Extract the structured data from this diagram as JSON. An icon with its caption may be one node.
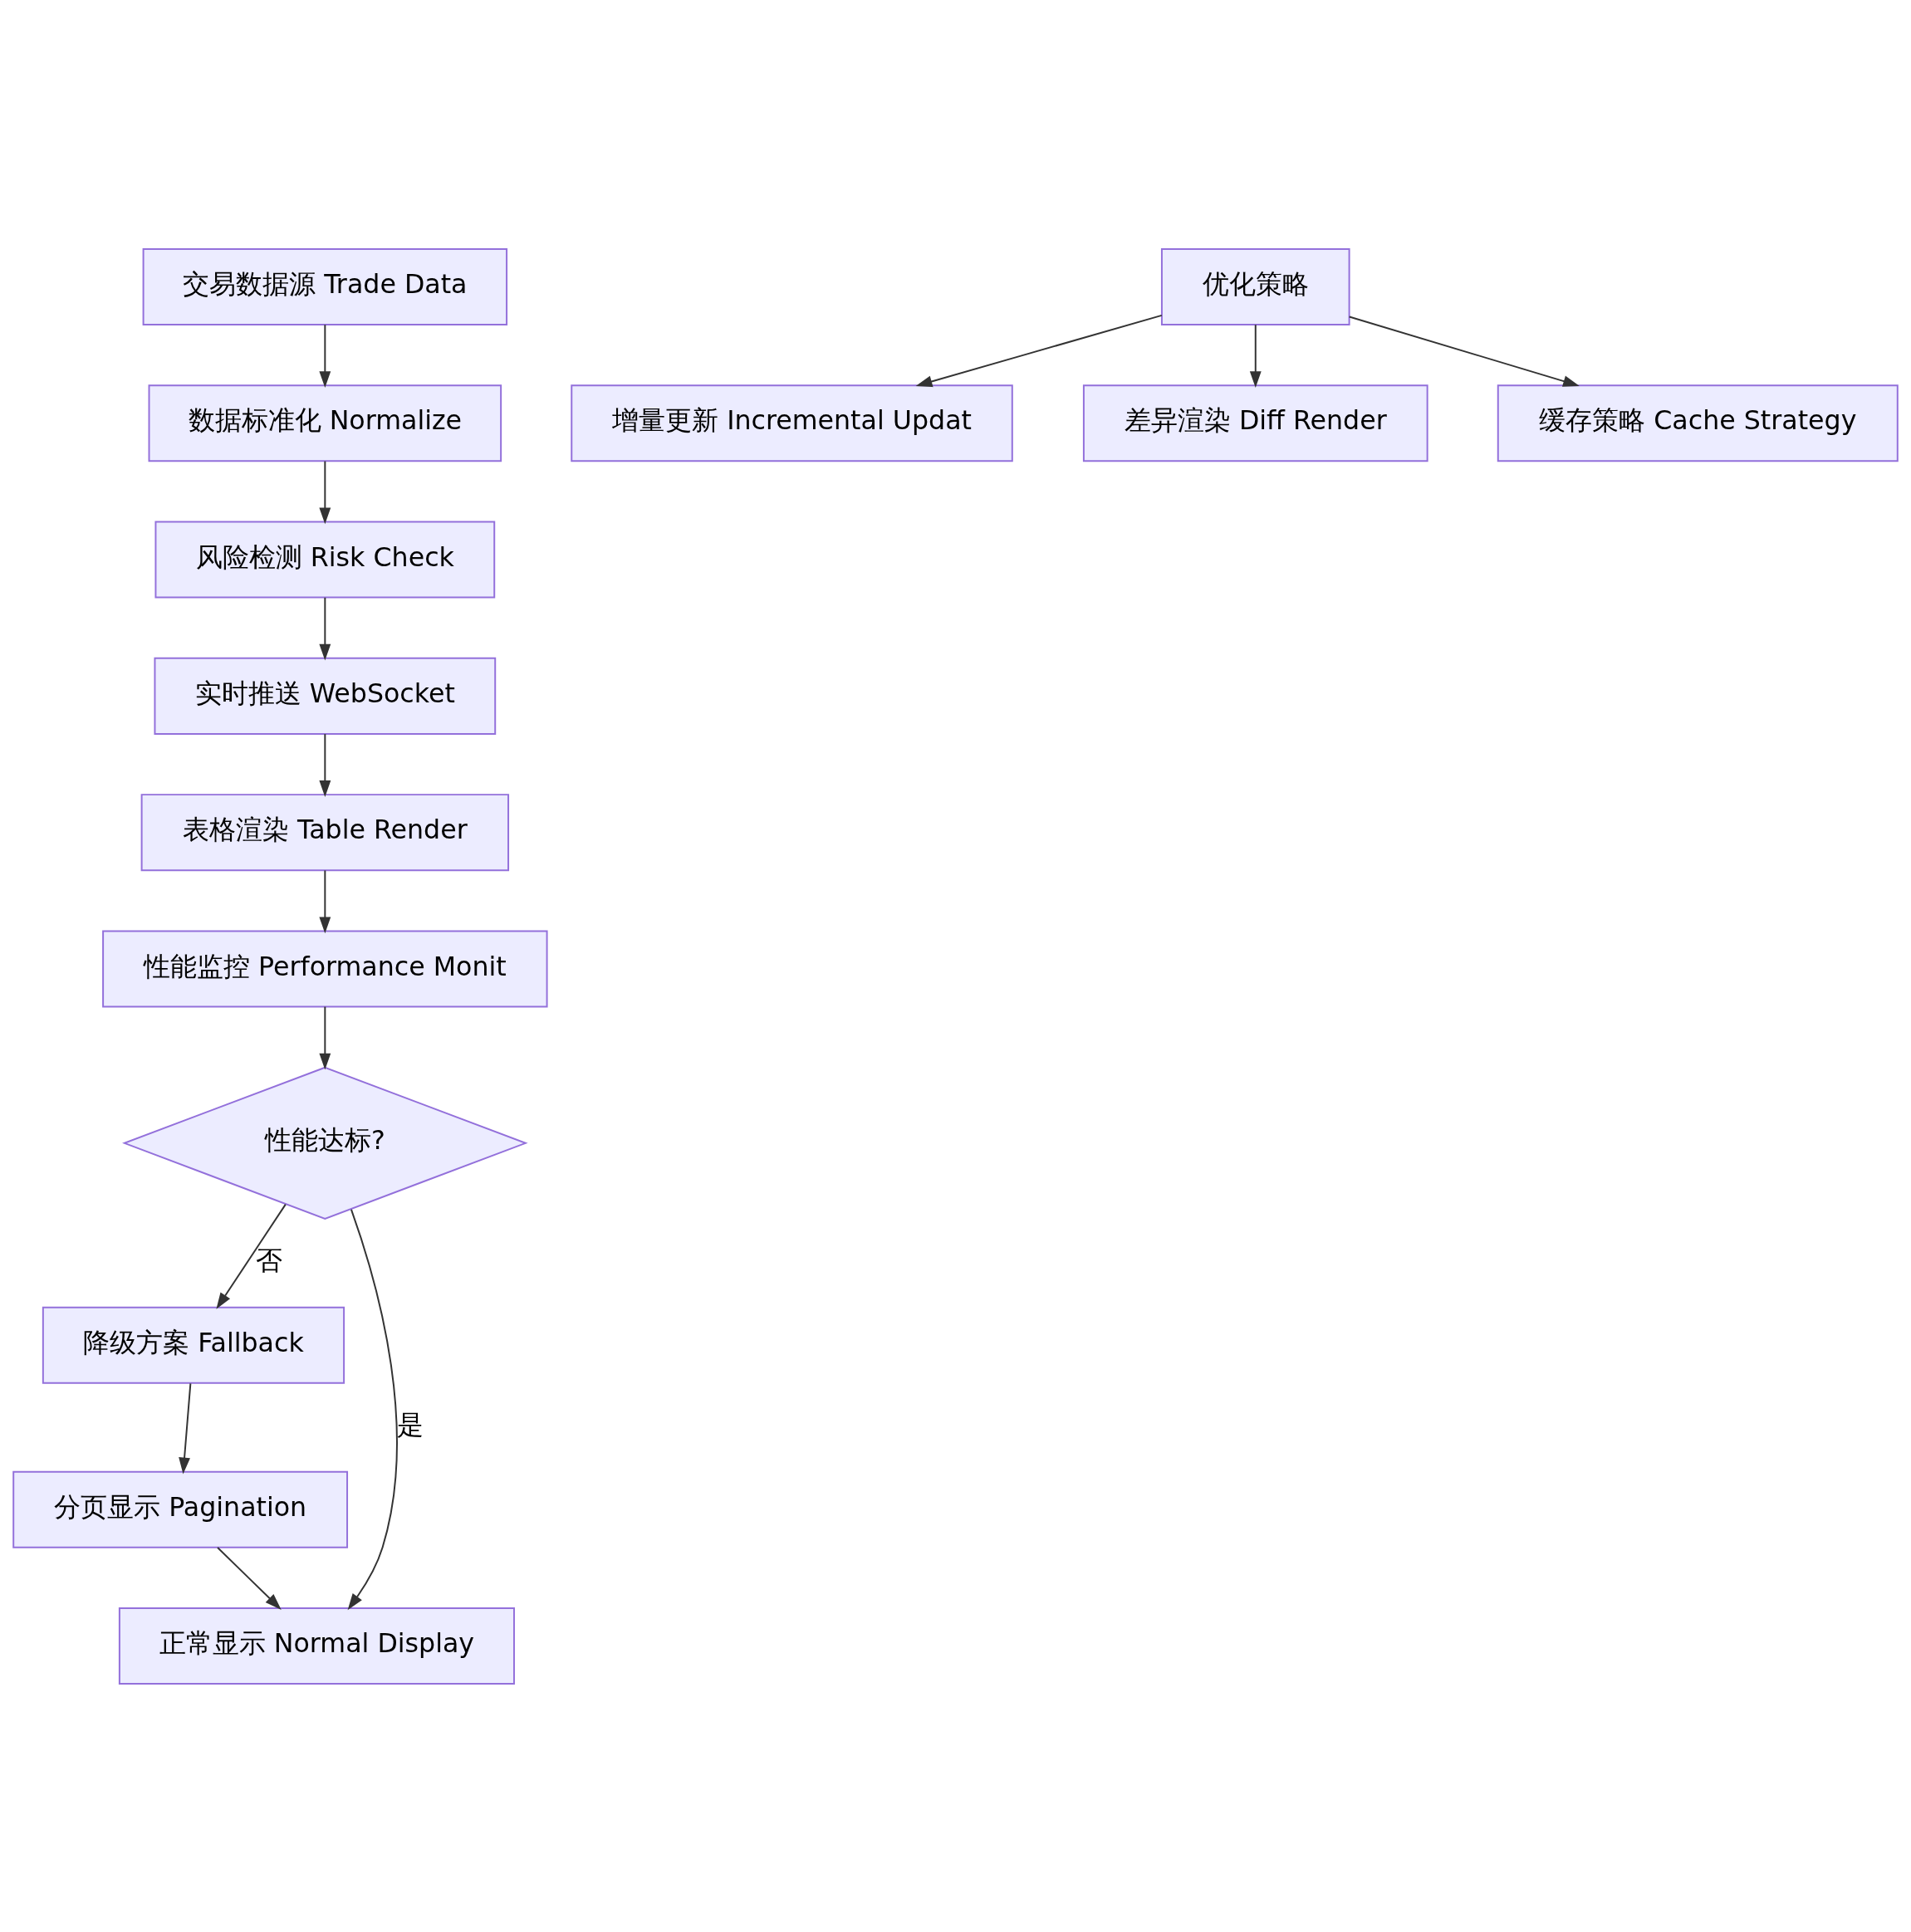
{
  "diagram": {
    "nodes": [
      {
        "text": [
          "交易数据源 Trade Data"
        ]
      },
      {
        "text": [
          "数据标准化 Normalize"
        ]
      },
      {
        "text": [
          "风险检测 Risk Check"
        ]
      },
      {
        "text": [
          "实时推送 WebSocket"
        ]
      },
      {
        "text": [
          "表格渲染 Table Render"
        ]
      },
      {
        "text": [
          "性能监控 Performance Monit"
        ]
      },
      {
        "text": [
          "性能达标?"
        ]
      },
      {
        "text": [
          "降级方案 Fallback"
        ]
      },
      {
        "text": [
          "分页显示 Pagination"
        ]
      },
      {
        "text": [
          "正常显示 Normal Display"
        ]
      },
      {
        "text": [
          "优化策略"
        ]
      },
      {
        "text": [
          "增量更新 Incremental Updat"
        ]
      },
      {
        "text": [
          "差异渲染 Diff Render"
        ]
      },
      {
        "text": [
          "缓存策略 Cache Strategy"
        ]
      }
    ],
    "edges": [
      {
        "from": 0,
        "to": 1,
        "arrow": "to"
      },
      {
        "from": 1,
        "to": 2,
        "arrow": "to"
      },
      {
        "from": 2,
        "to": 3,
        "arrow": "to"
      },
      {
        "from": 3,
        "to": 4,
        "arrow": "to"
      },
      {
        "from": 4,
        "to": 5,
        "arrow": "to"
      },
      {
        "from": 5,
        "to": 6,
        "arrow": "to"
      },
      {
        "from": 6,
        "to": 9,
        "arrow": "to",
        "label": "是"
      },
      {
        "from": 6,
        "to": 7,
        "arrow": "to",
        "label": "否"
      },
      {
        "from": 7,
        "to": 8,
        "arrow": "to"
      },
      {
        "from": 8,
        "to": 9,
        "arrow": "to"
      },
      {
        "from": 10,
        "to": 11,
        "arrow": "to"
      },
      {
        "from": 10,
        "to": 12,
        "arrow": "to"
      },
      {
        "from": 10,
        "to": 13,
        "arrow": "to"
      }
    ]
  }
}
